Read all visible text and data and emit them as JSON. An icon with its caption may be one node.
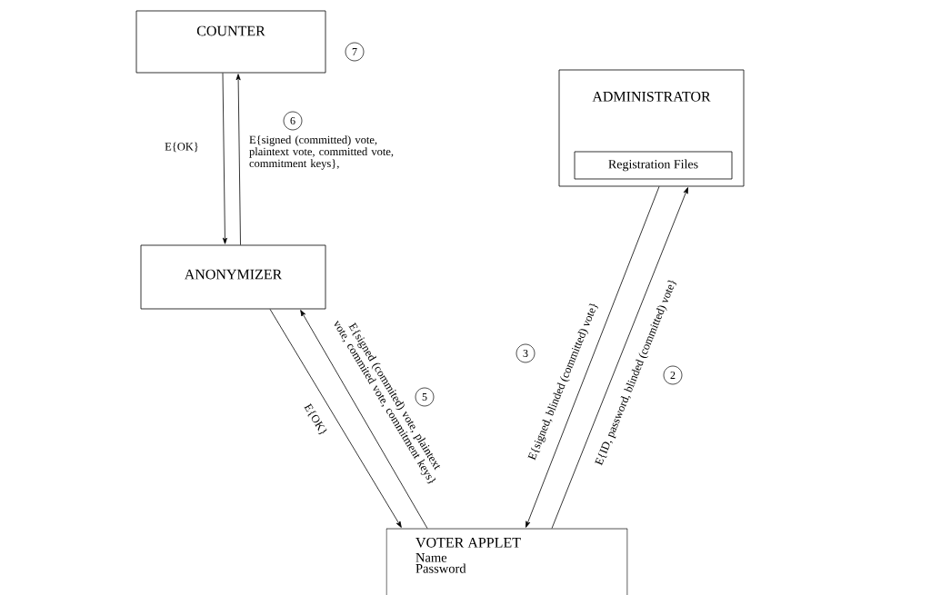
{
  "diagram": {
    "nodes": [
      {
        "text": [
          "COUNTER"
        ]
      },
      {
        "text": [
          "ADMINISTRATOR"
        ]
      },
      {
        "text": [
          "Registration Files"
        ],
        "in": 1
      },
      {
        "text": [
          "ANONYMIZER"
        ]
      },
      {
        "text": [
          "VOTER APPLET",
          "Name",
          "Password"
        ]
      }
    ],
    "edges": [
      {
        "from": 0,
        "to": 3,
        "arrow": "to",
        "label": "E{OK}"
      },
      {
        "from": 3,
        "to": 0,
        "arrow": "to",
        "label": "E{signed (committed) vote, plaintext vote, committed vote, commitment keys},"
      },
      {
        "from": 3,
        "to": 4,
        "arrow": "to",
        "label": "E{OK}"
      },
      {
        "from": 4,
        "to": 3,
        "arrow": "to",
        "label": "E{signed (commited) vote, plaintext vote, commited vote, commitment keys}"
      },
      {
        "from": 1,
        "to": 4,
        "arrow": "to",
        "label": "E{signed, blinded (committed) vote}"
      },
      {
        "from": 4,
        "to": 1,
        "arrow": "to",
        "label": "E{ID, password, blinded (committed) vote}"
      }
    ],
    "labels": [
      "7",
      "6",
      "3",
      "2",
      "5"
    ]
  }
}
